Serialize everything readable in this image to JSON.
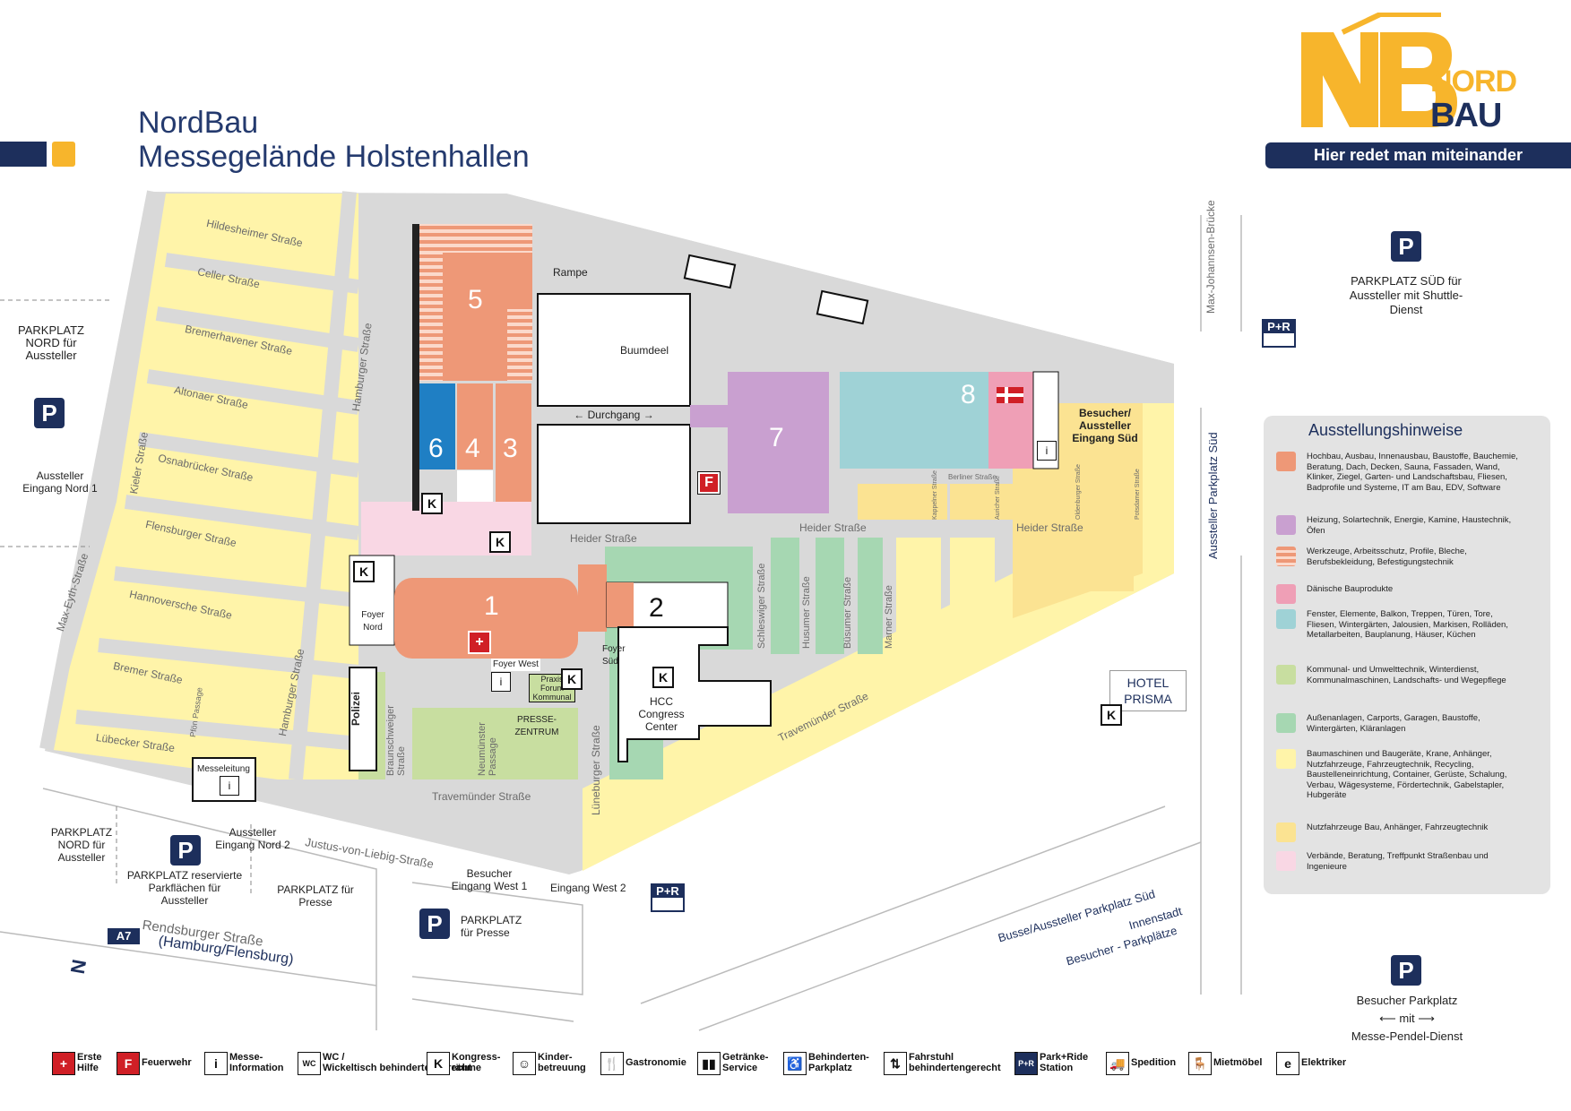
{
  "header": {
    "title_line1": "NordBau",
    "title_line2": "Messegelände Holstenhallen",
    "logo_nb": "NB",
    "logo_nord": "NORD",
    "logo_bau": "BAU",
    "slogan": "Hier redet man miteinander"
  },
  "colors": {
    "navy": "#1d2f5c",
    "yellow_logo": "#f7b52c",
    "hall_salmon": "#ee9877",
    "hall_purple": "#c9a0d0",
    "hall_teal": "#9fd2d6",
    "hall_pink": "#ef9fb6",
    "green_light": "#c8dea0",
    "green_mint": "#a6d7b2",
    "yellow_light": "#fff4a9",
    "yellow_strong": "#fbe392",
    "pink_light": "#f9d7e4",
    "blue_hall6": "#1f7fc4",
    "road_grey": "#d9d9d9"
  },
  "halls": {
    "h1": "1",
    "h2": "2",
    "h3": "3",
    "h4": "4",
    "h5": "5",
    "h6": "6",
    "h7": "7",
    "h8": "8"
  },
  "places": {
    "rampe": "Rampe",
    "buumdeel": "Buumdeel",
    "durchgang": "Durchgang",
    "foyer_nord": "Foyer Nord",
    "foyer_west": "Foyer West",
    "foyer_sued": "Foyer Süd",
    "polizei": "Polizei",
    "hcc": "HCC Congress Center",
    "praxis": "Praxis Forum Kommunal",
    "presse": "PRESSE-ZENTRUM",
    "messeleitung": "Messeleitung",
    "hotel": "HOTEL PRISMA",
    "besucher_eingang_sued": "Besucher/ Aussteller Eingang Süd"
  },
  "parking": {
    "nord_top": "PARKPLATZ NORD für Aussteller",
    "eingang_nord1": "Aussteller Eingang Nord 1",
    "nord_bottom": "PARKPLATZ NORD für Aussteller",
    "eingang_nord2": "Aussteller Eingang Nord 2",
    "reserviert": "PARKPLATZ reservierte Parkflächen für Aussteller",
    "presse_left": "PARKPLATZ für Presse",
    "presse": "PARKPLATZ für Presse",
    "eingang_west1": "Besucher Eingang West 1",
    "eingang_west2": "Eingang West 2",
    "sued": "PARKPLATZ SÜD für Aussteller mit Shuttle-Dienst",
    "besucher": "Besucher Parkplatz",
    "mit": "mit",
    "pendel": "Messe-Pendel-Dienst",
    "p_symbol": "P",
    "pr_top": "P+R",
    "k": "K",
    "i": "i",
    "f": "F"
  },
  "streets": {
    "hildesheimer": "Hildesheimer Straße",
    "celler": "Celler Straße",
    "bremerhavener": "Bremerhavener Straße",
    "altonaer": "Altonaer Straße",
    "osnabruecker": "Osnabrücker Straße",
    "flensburger": "Flensburger Straße",
    "hannoversche": "Hannoversche Straße",
    "bremer": "Bremer Straße",
    "luebecker": "Lübecker Straße",
    "kieler": "Kieler Straße",
    "hamburger1": "Hamburger Straße",
    "hamburger2": "Hamburger Straße",
    "pfoen": "Pfön Passage",
    "max_eyth": "Max-Eyth-Straße",
    "braunschweiger": "Braunschweiger Straße",
    "neumuenster": "Neumünster Passage",
    "lueneburger": "Lüneburger Straße",
    "travemuender1": "Travemünder Straße",
    "travemuender2": "Travemünder Straße",
    "justus": "Justus-von-Liebig-Straße",
    "rendsburger": "Rendsburger Straße",
    "hamburg_flensburg": "(Hamburg/Flensburg)",
    "a7": "A7",
    "heider1": "Heider Straße",
    "heider2": "Heider Straße",
    "heider3": "Heider Straße",
    "schleswiger": "Schleswiger Straße",
    "husumer": "Husumer Straße",
    "buesumer": "Büsumer Straße",
    "marner": "Marner Straße",
    "berliner": "Berliner Straße",
    "kappelner": "Kappelner Straße",
    "auricher": "Auricher Straße",
    "oldenburger": "Oldenburger Straße",
    "potsdamer": "Potsdamer Straße",
    "max_johannsen": "Max-Johannsen-Brücke",
    "aussteller_parkplatz_sued": "Aussteller Parkplatz Süd",
    "busse": "Busse/Aussteller Parkplatz Süd",
    "innenstadt": "Innenstadt",
    "besucher_parkplaetze": "Besucher - Parkplätze",
    "north_symbol": "N"
  },
  "legend": {
    "title": "Ausstellungshinweise",
    "items": [
      {
        "color": "#ee9877",
        "text": "Hochbau, Ausbau, Innenausbau, Baustoffe, Bauchemie, Beratung, Dach, Decken, Sauna, Fassaden, Wand, Klinker, Ziegel, Garten- und Landschaftsbau, Fliesen, Badprofile und Systeme, IT am Bau, EDV, Software"
      },
      {
        "color": "#c9a0d0",
        "text": "Heizung, Solartechnik, Energie, Kamine, Haustechnik, Öfen"
      },
      {
        "color": "striped",
        "text": "Werkzeuge, Arbeitsschutz, Profile, Bleche, Berufsbekleidung, Befestigungstechnik"
      },
      {
        "color": "#ef9fb6",
        "text": "Dänische Bauprodukte"
      },
      {
        "color": "#9fd2d6",
        "text": "Fenster, Elemente, Balkon, Treppen, Türen, Tore, Fliesen, Wintergärten, Jalousien, Markisen, Rolläden, Metallarbeiten, Bauplanung, Häuser, Küchen"
      },
      {
        "color": "#c8dea0",
        "text": "Kommunal- und Umwelttechnik, Winterdienst, Kommunalmaschinen, Landschafts- und Wegepflege"
      },
      {
        "color": "#a6d7b2",
        "text": "Außenanlagen, Carports, Garagen, Baustoffe, Wintergärten, Kläranlagen"
      },
      {
        "color": "#fff4a9",
        "text": "Baumaschinen und Baugeräte, Krane, Anhänger, Nutzfahrzeuge, Fahrzeugtechnik, Recycling, Baustelleneinrichtung, Container, Gerüste, Schalung, Verbau, Wägesysteme, Fördertechnik, Gabelstapler, Hubgeräte"
      },
      {
        "color": "#fbe392",
        "text": "Nutzfahrzeuge Bau, Anhänger, Fahrzeugtechnik"
      },
      {
        "color": "#f9d7e4",
        "text": "Verbände, Beratung, Treffpunkt Straßenbau und Ingenieure"
      }
    ]
  },
  "bottom_legend": [
    {
      "icon": "+",
      "name": "first-aid-icon",
      "text": "Erste Hilfe"
    },
    {
      "icon": "F",
      "name": "fire-icon",
      "text": "Feuerwehr"
    },
    {
      "icon": "i",
      "name": "info-icon",
      "text": "Messe- Information"
    },
    {
      "icon": "WC",
      "name": "wc-icon",
      "text": "WC / Wickeltisch behindertengerecht"
    },
    {
      "icon": "K",
      "name": "conference-icon",
      "text": "Kongress- räume"
    },
    {
      "icon": "☺",
      "name": "childcare-icon",
      "text": "Kinder- betreuung"
    },
    {
      "icon": "🍴",
      "name": "food-icon",
      "text": "Gastronomie"
    },
    {
      "icon": "▮▮",
      "name": "drinks-icon",
      "text": "Getränke- Service"
    },
    {
      "icon": "♿",
      "name": "disabled-parking-icon",
      "text": "Behinderten- Parkplatz"
    },
    {
      "icon": "⇅",
      "name": "elevator-icon",
      "text": "Fahrstuhl behindertengerecht"
    },
    {
      "icon": "P+R",
      "name": "park-ride-icon",
      "text": "Park+Ride Station"
    },
    {
      "icon": "🚚",
      "name": "truck-icon",
      "text": "Spedition"
    },
    {
      "icon": "🪑",
      "name": "furniture-icon",
      "text": "Mietmöbel"
    },
    {
      "icon": "e",
      "name": "electric-icon",
      "text": "Elektriker"
    }
  ]
}
